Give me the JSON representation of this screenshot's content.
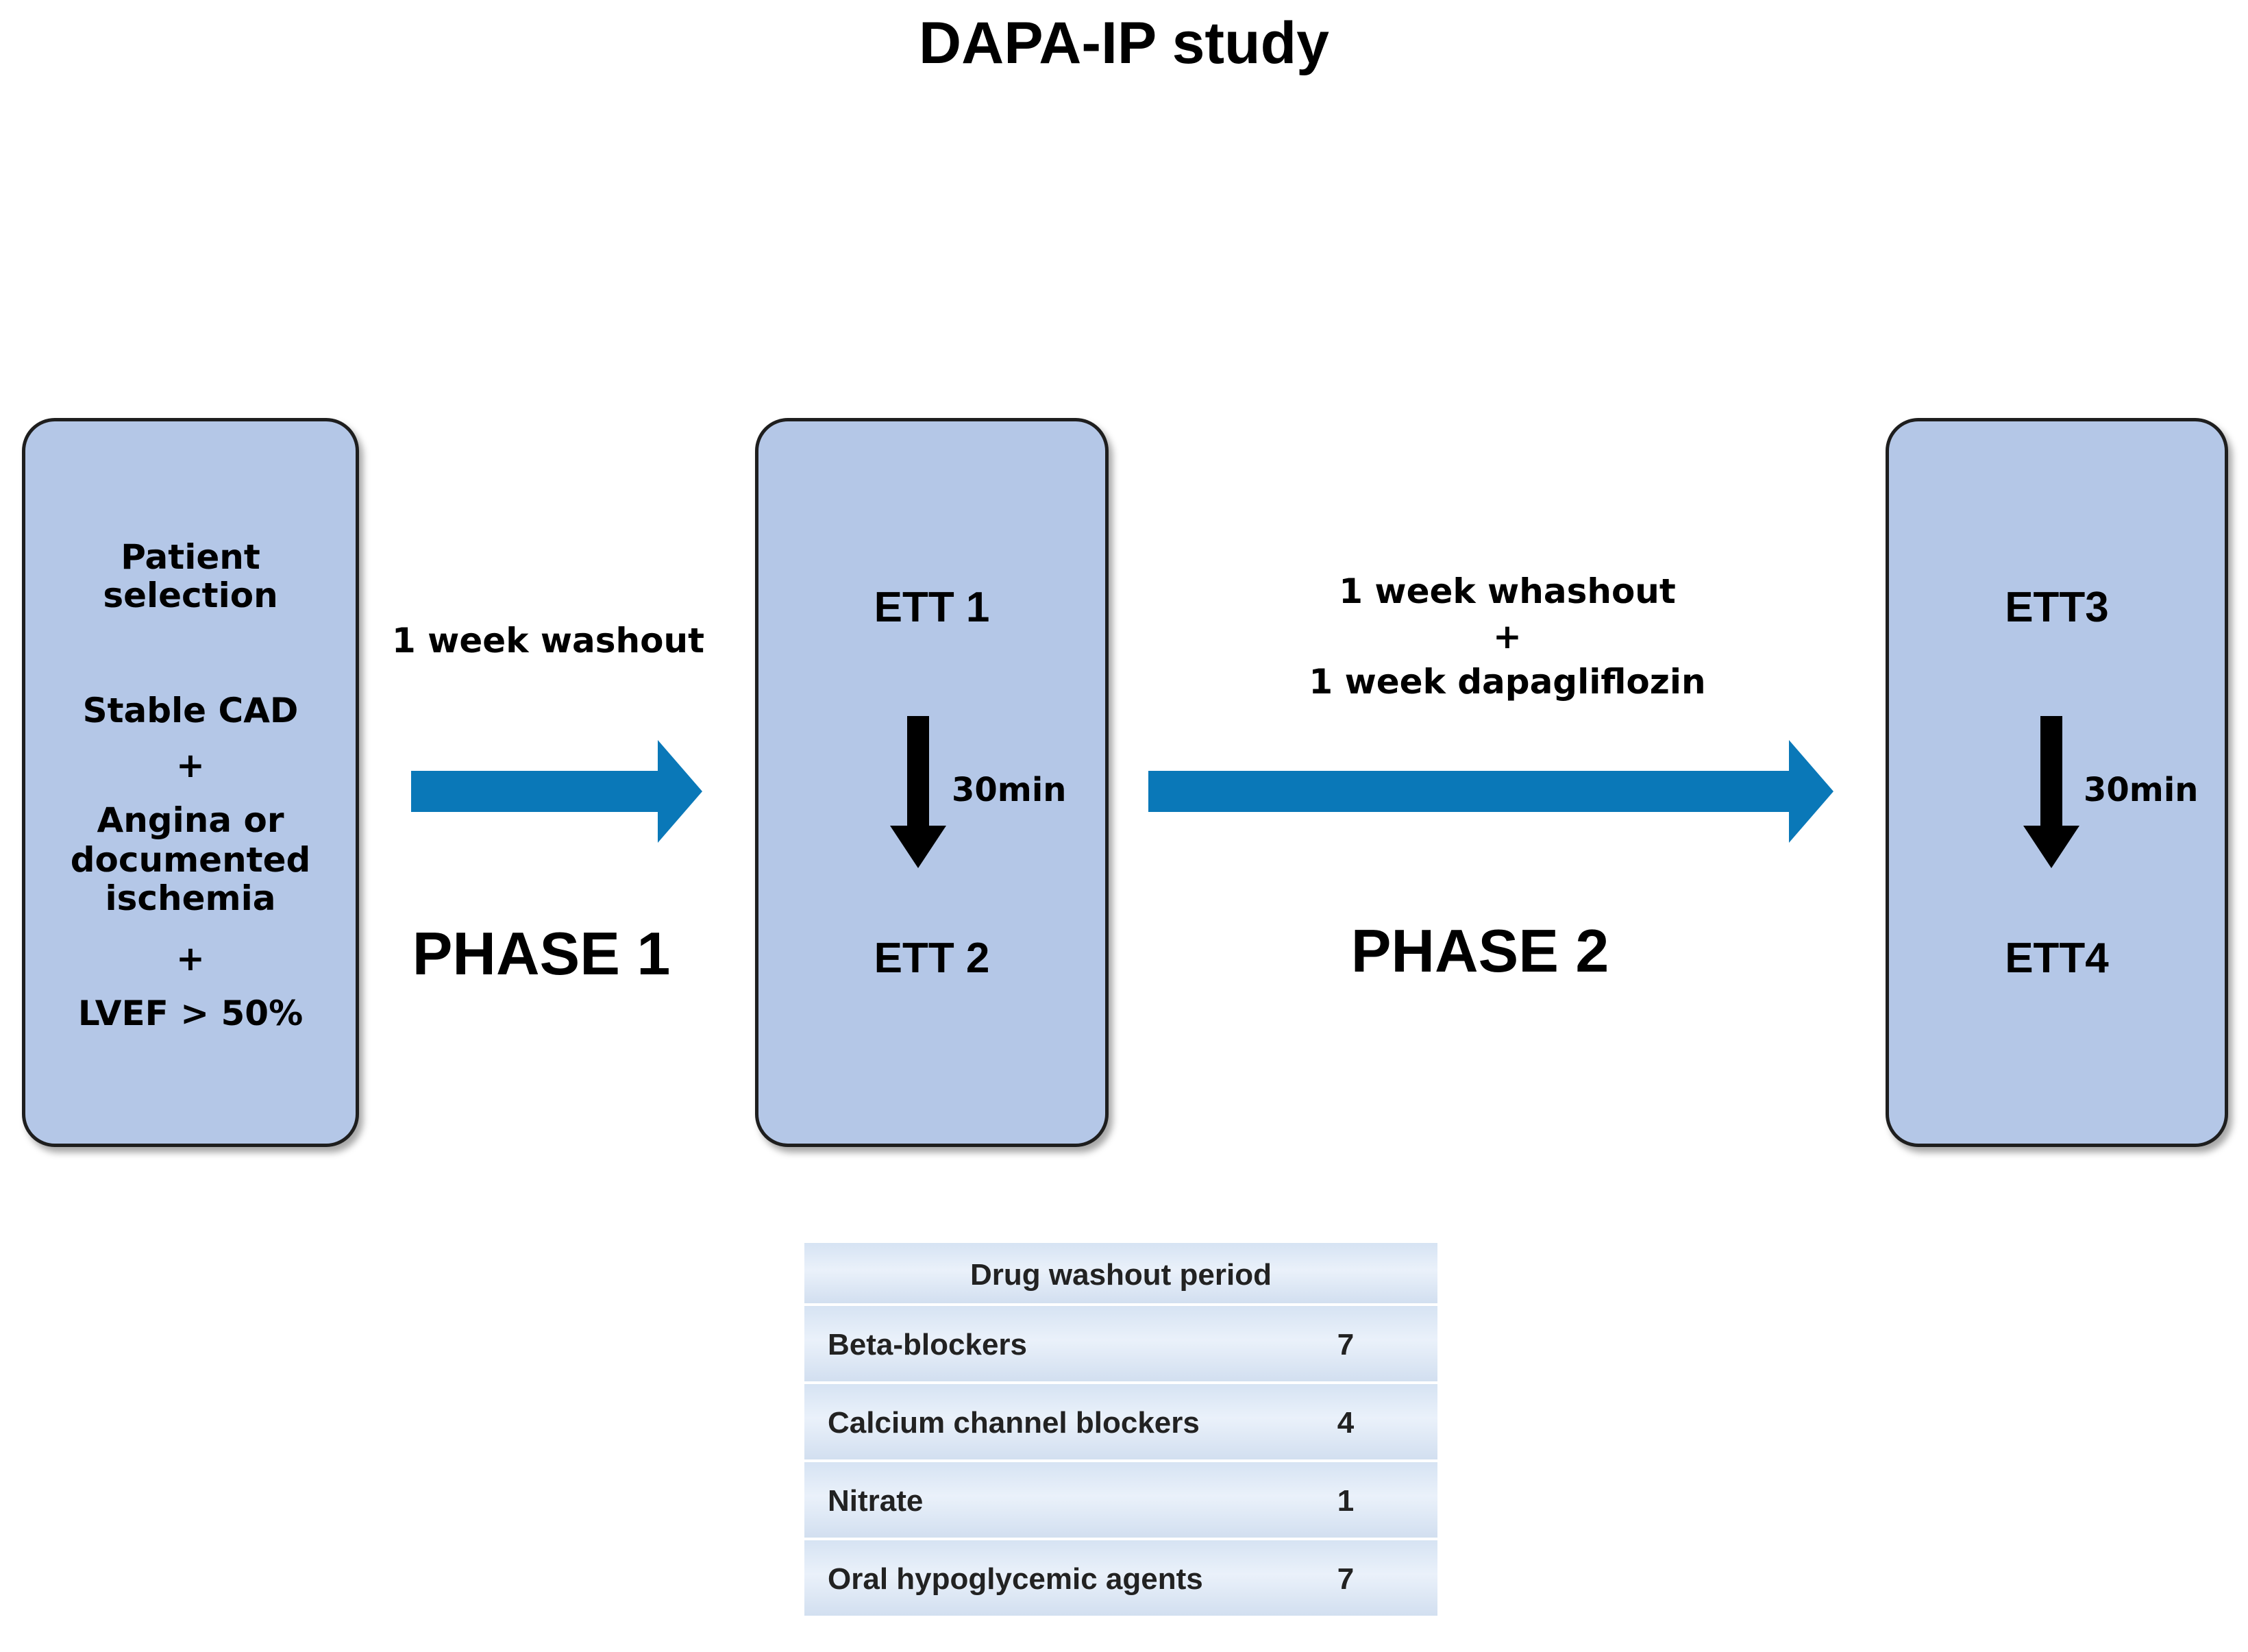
{
  "title": "DAPA-IP study",
  "selection_box": {
    "heading_line1": "Patient",
    "heading_line2": "selection",
    "criteria": [
      "Stable CAD",
      "+",
      "Angina or",
      "documented",
      "ischemia",
      "+",
      "LVEF > 50%"
    ]
  },
  "phase1": {
    "interval_label": "1 week washout",
    "name": "PHASE 1",
    "test_before": "ETT 1",
    "test_after": "ETT 2",
    "interval_between": "30min"
  },
  "phase2": {
    "interval_line1": "1 week whashout",
    "interval_line2": "+",
    "interval_line3": "1 week dapagliflozin",
    "name": "PHASE 2",
    "test_before": "ETT3",
    "test_after": "ETT4",
    "interval_between": "30min"
  },
  "colors": {
    "box_fill": "#b4c7e7",
    "arrow_blue": "#0a78b8",
    "table_fill": "#dbe6f4"
  },
  "washout_table": {
    "header": "Drug washout period",
    "rows": [
      {
        "drug": "Beta-blockers",
        "days": "7"
      },
      {
        "drug": "Calcium channel blockers",
        "days": "4"
      },
      {
        "drug": "Nitrate",
        "days": "1"
      },
      {
        "drug": "Oral hypoglycemic agents",
        "days": "7"
      }
    ]
  }
}
